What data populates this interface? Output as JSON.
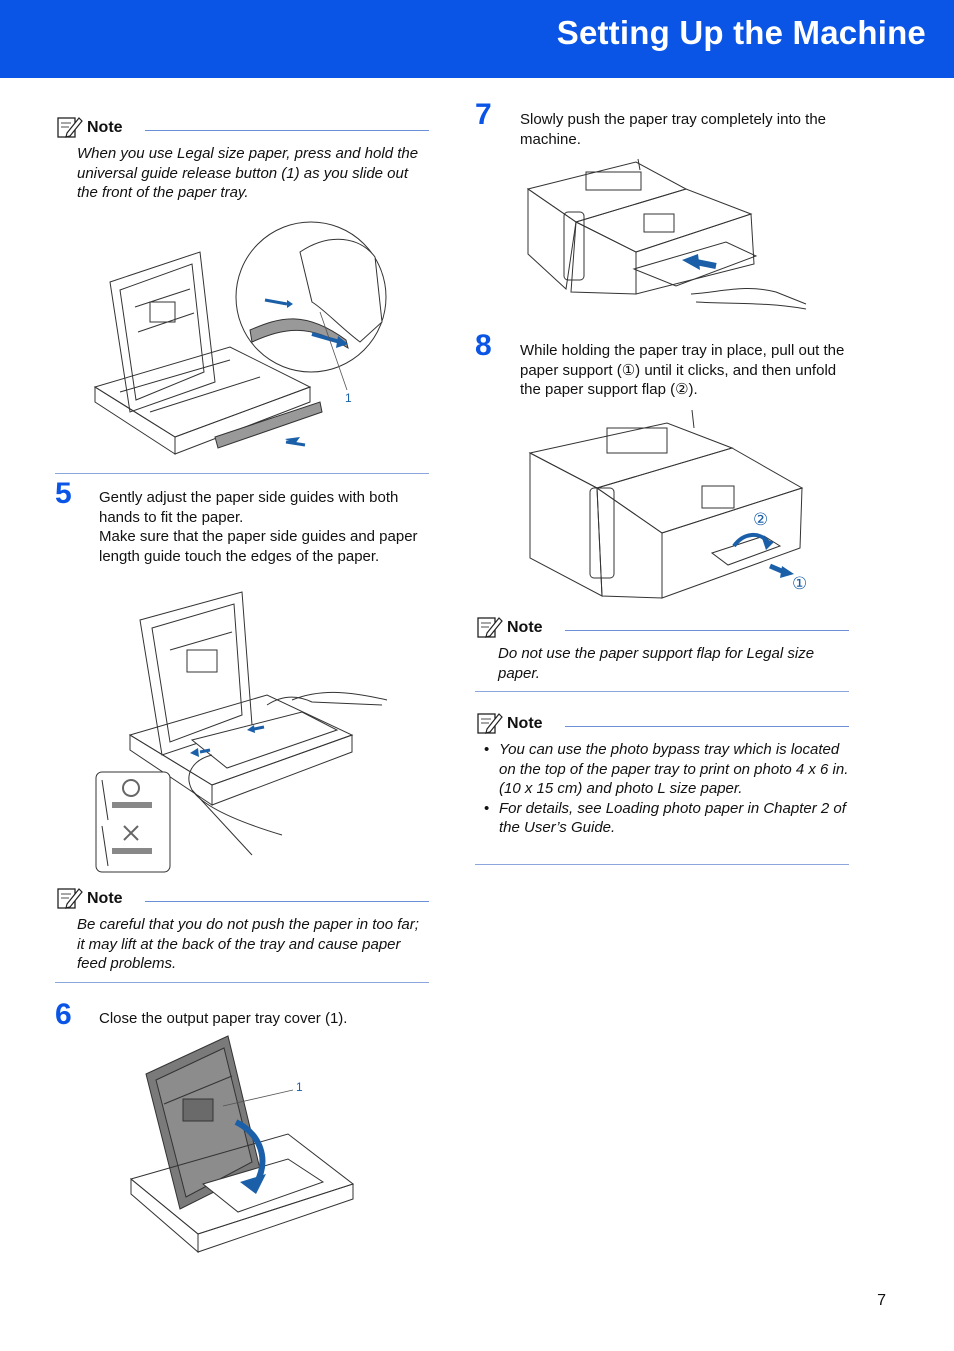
{
  "header": {
    "title": "Setting Up the Machine"
  },
  "note_label": "Note",
  "left": {
    "note1": "When you use Legal size paper, press and hold the universal guide release button (1) as you slide out the front of the paper tray.",
    "note1_callout": "1",
    "step5": {
      "number": "5",
      "text": "Gently adjust the paper side guides with both hands to fit the paper.",
      "text2": "Make sure that the paper side guides and paper length guide touch the edges of the paper."
    },
    "note2": "Be careful that you do not push the paper in too far; it may lift at the back of the tray and cause paper feed problems.",
    "step6": {
      "number": "6",
      "text": "Close the output paper tray cover (1).",
      "callout": "1"
    }
  },
  "right": {
    "step7": {
      "number": "7",
      "text": "Slowly push the paper tray completely into the machine."
    },
    "step8": {
      "number": "8",
      "text": "While holding the paper tray in place, pull out the paper support (①) until it clicks, and then unfold the paper support flap (②).",
      "callout1": "①",
      "callout2": "②"
    },
    "note3": "Do not use the paper support flap for Legal size paper.",
    "note4_items": [
      "You can use the photo bypass tray which is located on the top of the paper tray to print on photo 4 x 6 in. (10 x 15 cm) and photo L size paper.",
      "For details, see Loading photo paper in Chapter 2 of the User’s Guide."
    ]
  },
  "page_number": "7",
  "colors": {
    "brand_blue": "#0a55e6",
    "rule_blue": "#6b8fd6"
  }
}
